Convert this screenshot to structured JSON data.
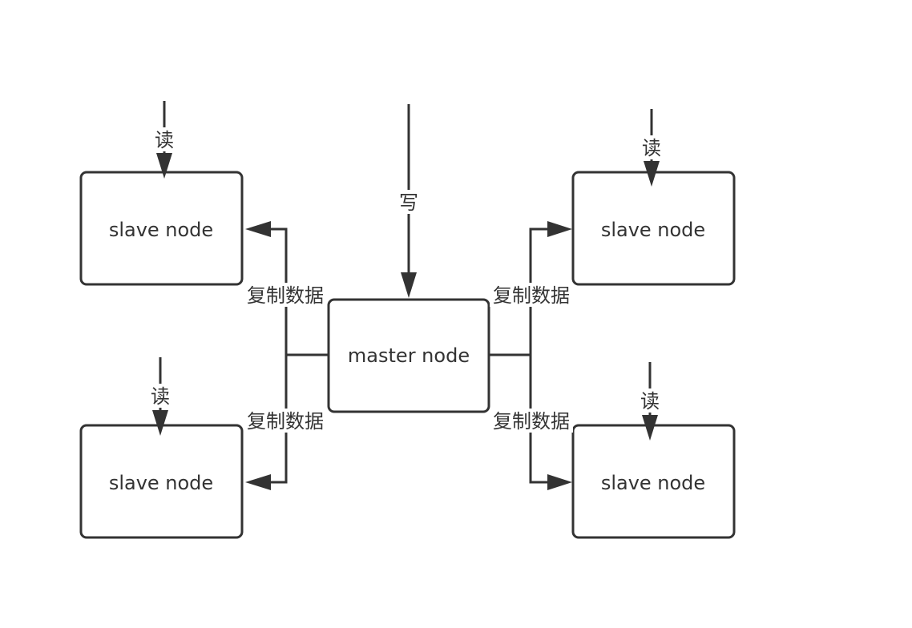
{
  "diagram": {
    "nodes": {
      "master": "master node",
      "slave_top_left": "slave node",
      "slave_bottom_left": "slave node",
      "slave_top_right": "slave node",
      "slave_bottom_right": "slave node"
    },
    "edges": {
      "write_label": "写",
      "read_label": "读",
      "replicate_label": "复制数据"
    }
  }
}
